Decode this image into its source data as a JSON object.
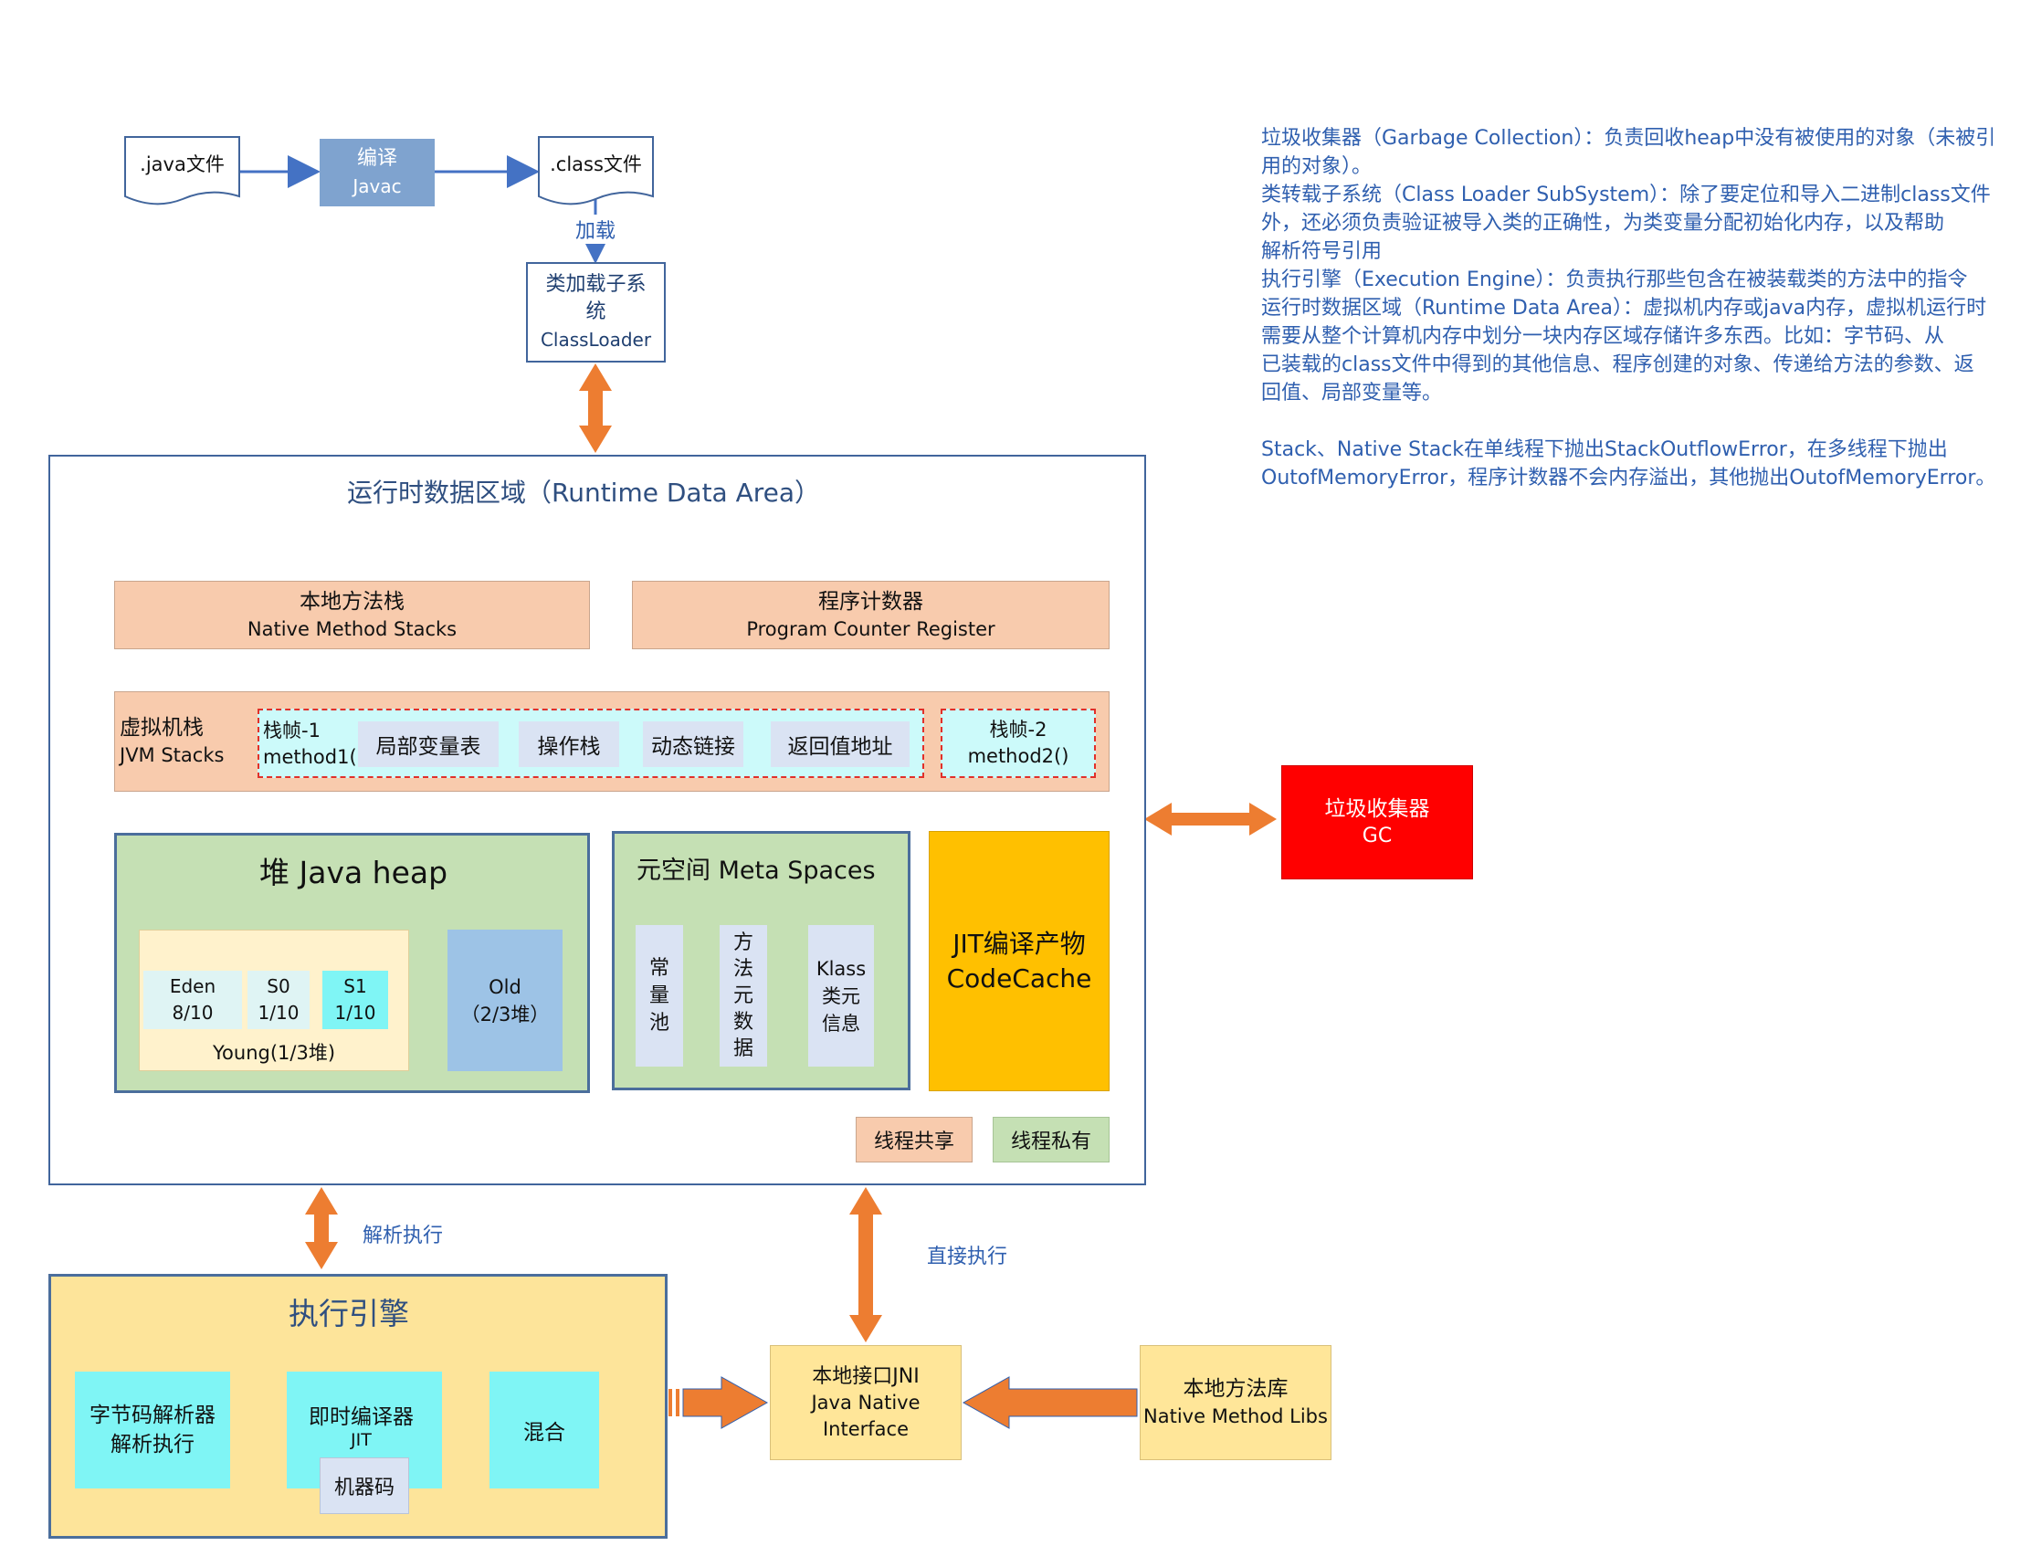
{
  "compile": {
    "java_file": ".java文件",
    "compile_title": "编译",
    "compile_sub": "Javac",
    "class_file": ".class文件",
    "load_label": "加载",
    "loader_title": "类加载子系统",
    "loader_sub": "ClassLoader"
  },
  "runtime": {
    "title": "运行时数据区域（Runtime Data Area）",
    "native_stack_cn": "本地方法栈",
    "native_stack_en": "Native Method Stacks",
    "pc_cn": "程序计数器",
    "pc_en": "Program Counter Register",
    "jvm_stack_cn": "虚拟机栈",
    "jvm_stack_en": "JVM Stacks",
    "frame1_a": "栈帧-1",
    "frame1_b": "method1()",
    "frame_parts": [
      "局部变量表",
      "操作栈",
      "动态链接",
      "返回值地址"
    ],
    "frame2_a": "栈帧-2",
    "frame2_b": "method2()",
    "heap_title": "堆 Java heap",
    "eden_a": "Eden",
    "eden_b": "8/10",
    "s0_a": "S0",
    "s0_b": "1/10",
    "s1_a": "S1",
    "s1_b": "1/10",
    "young": "Young(1/3堆)",
    "old_a": "Old",
    "old_b": "（2/3堆）",
    "meta_title": "元空间 Meta Spaces",
    "const_pool": [
      "常",
      "量",
      "池"
    ],
    "method_meta": [
      "方",
      "法",
      "元",
      "数",
      "据"
    ],
    "klass": [
      "Klass",
      "类元",
      "信息"
    ],
    "jit_a": "JIT编译产物",
    "jit_b": "CodeCache",
    "legend_shared": "线程共享",
    "legend_private": "线程私有"
  },
  "gc": {
    "cn": "垃圾收集器",
    "en": "GC"
  },
  "labels": {
    "interpret": "解析执行",
    "direct": "直接执行"
  },
  "engine": {
    "title": "执行引擎",
    "bytecode_a": "字节码解析器",
    "bytecode_b": "解析执行",
    "jit_a": "即时编译器",
    "jit_b": "JIT",
    "machine": "机器码",
    "mixed": "混合"
  },
  "jni": {
    "a": "本地接口JNI",
    "b": "Java Native",
    "c": "Interface"
  },
  "libs": {
    "a": "本地方法库",
    "b": "Native Method Libs"
  },
  "notes": [
    "垃圾收集器（Garbage Collection）：负责回收heap中没有被使用的对象（未被引",
    "用的对象）。",
    "类转载子系统（Class Loader SubSystem）：除了要定位和导入二进制class文件",
    "外，还必须负责验证被导入类的正确性，为类变量分配初始化内存，以及帮助",
    "解析符号引用",
    "执行引擎（Execution Engine）：负责执行那些包含在被装载类的方法中的指令",
    "运行时数据区域（Runtime Data Area）：虚拟机内存或java内存，虚拟机运行时",
    "需要从整个计算机内存中划分一块内存区域存储许多东西。比如：字节码、从",
    "已装载的class文件中得到的其他信息、程序创建的对象、传递给方法的参数、返",
    "回值、局部变量等。",
    "",
    "Stack、Native Stack在单线程下抛出StackOutflowError，在多线程下抛出",
    "OutofMemoryError，程序计数器不会内存溢出，其他抛出OutofMemoryError。"
  ],
  "colors": {
    "arrow_orange": "#ed7d31",
    "arrow_blue": "#4472c4",
    "note_blue": "#2f5faf",
    "gc_red": "#ff0000",
    "codecache_orange": "#ffc000"
  }
}
